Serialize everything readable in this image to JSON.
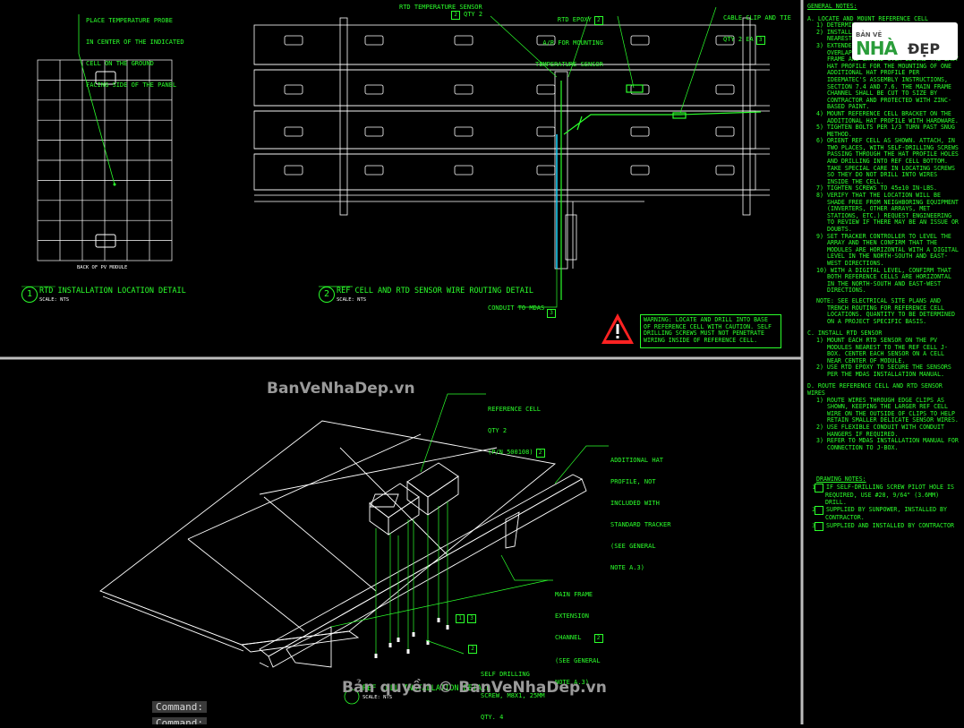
{
  "detail1": {
    "probe_note": [
      "PLACE TEMPERATURE PROBE",
      "IN CENTER OF THE INDICATED",
      "CELL ON THE GROUND",
      "FACING SIDE OF THE PANEL"
    ],
    "module_label": "BACK OF PV MODULE",
    "number": "1",
    "title": "RTD INSTALLATION LOCATION DETAIL",
    "scale": "SCALE: NTS"
  },
  "detail2": {
    "rtd_sensor": "RTD TEMPERATURE SENSOR",
    "rtd_sensor_qty": "QTY 2",
    "rtd_sensor_ref": "2",
    "epoxy": [
      "RTD EPOXY",
      "A/R FOR MOUNTING",
      "TEMPERATURE SENSOR"
    ],
    "epoxy_ref": "2",
    "cable_clip": [
      "CABLE CLIP AND TIE",
      "QTY 2 EA"
    ],
    "cable_clip_ref": "3",
    "conduit": "CONDUIT TO MDAS",
    "conduit_ref": "3",
    "number": "2",
    "title": "REF CELL AND RTD SENSOR WIRE ROUTING DETAIL",
    "scale": "SCALE: NTS"
  },
  "warning": "WARNING: LOCATE AND DRILL INTO BASE OF REFERENCE CELL WITH CAUTION. SELF DRILLING SCREWS MUST NOT PENETRATE WIRING INSIDE OF REFERENCE CELL.",
  "detail3": {
    "ref_cell": [
      "REFERENCE CELL",
      "QTY 2",
      "(P/N 500108)"
    ],
    "ref_cell_ref": "2",
    "hat_profile": [
      "ADDITIONAL HAT",
      "PROFILE, NOT",
      "INCLUDED WITH",
      "STANDARD TRACKER",
      "(SEE GENERAL",
      "NOTE A.3)"
    ],
    "main_frame": [
      "MAIN FRAME",
      "EXTENSION",
      "CHANNEL",
      "(SEE GENERAL",
      "NOTE A.3)"
    ],
    "main_frame_ref": "2",
    "refs_13": [
      "1",
      "3"
    ],
    "screw": [
      "SELF DRILLING",
      "SCREW, M8x1, 25mm",
      "QTY. 4"
    ],
    "screw_ref": "2",
    "title_hidden": "REF CELL INSTALLATION DETAIL",
    "scale": "SCALE: NTS"
  },
  "general_notes": {
    "heading": "GENERAL NOTES:",
    "sectionA": "A. LOCATE AND MOUNT REFERENCE CELL",
    "itemsA": [
      "1) DETERMINE... STATION.",
      "2) INSTALL ... BLOCK ... OF THE ... NEAREST THE MET STATION.",
      "3) EXTENDED THE MAIN FRAME BY USING AN OVERLAPPING 1M-LONG PIECE OF MAIN FRAME AND EXTEND 0.3M BEYOND THE LAST HAT PROFILE FOR THE MOUNTING OF ONE ADDITIONAL HAT PROFILE PER IDEEMATEC'S ASSEMBLY INSTRUCTIONS, SECTION 7.4 AND 7.6. THE MAIN FRAME CHANNEL SHALL BE CUT TO SIZE BY CONTRACTOR AND PROTECTED WITH ZINC-BASED PAINT.",
      "4) MOUNT REFERENCE CELL BRACKET ON THE ADDITIONAL HAT PROFILE WITH HARDWARE.",
      "5) TIGHTEN BOLTS PER 1/3 TURN PAST SNUG METHOD.",
      "6) ORIENT REF CELL AS SHOWN. ATTACH, IN TWO PLACES, WITH SELF-DRILLING SCREWS PASSING THROUGH THE HAT PROFILE HOLES AND DRILLING INTO REF CELL BOTTOM. TAKE SPECIAL CARE IN LOCATING SCREWS SO THEY DO NOT DRILL INTO WIRES INSIDE THE CELL.",
      "7) TIGHTEN SCREWS TO 45±10 IN-LBS.",
      "8) VERIFY THAT THE LOCATION WILL BE SHADE FREE FROM NEIGHBORING EQUIPMENT (INVERTERS, OTHER ARRAYS, MET STATIONS, ETC.) REQUEST ENGINEERING TO REVIEW IF THERE MAY BE AN ISSUE OR DOUBTS.",
      "9) SET TRACKER CONTROLLER TO LEVEL THE ARRAY AND THEN CONFIRM THAT THE MODULES ARE HORIZONTAL WITH A DIGITAL LEVEL IN THE NORTH-SOUTH AND EAST-WEST DIRECTIONS.",
      "10) WITH A DIGITAL LEVEL, CONFIRM THAT BOTH REFERENCE CELLS ARE HORIZONTAL IN THE NORTH-SOUTH AND EAST-WEST DIRECTIONS."
    ],
    "noteA": "NOTE: SEE ELECTRICAL SITE PLANS AND TRENCH ROUTING FOR REFERENCE CELL LOCATIONS. QUANTITY TO BE DETERMINED ON A PROJECT SPECIFIC BASIS.",
    "sectionC": "C. INSTALL RTD SENSOR",
    "itemsC": [
      "1) MOUNT EACH RTD SENSOR ON THE PV MODULES NEAREST TO THE REF CELL J-BOX. CENTER EACH SENSOR ON A CELL NEAR CENTER OF MODULE.",
      "2) USE RTD EPOXY TO SECURE THE SENSORS PER THE MDAS INSTALLATION MANUAL."
    ],
    "sectionD": "D. ROUTE REFERENCE CELL AND RTD SENSOR WIRES",
    "itemsD": [
      "1) ROUTE WIRES THROUGH EDGE CLIPS AS SHOWN, KEEPING THE LARGER REF CELL WIRE ON THE OUTSIDE OF CLIPS TO HELP RETAIN SMALLER DELICATE SENSOR WIRES.",
      "2) USE FLEXIBLE CONDUIT WITH CONDUIT HANGERS IF REQUIRED.",
      "3) REFER TO MDAS INSTALLATION MANUAL FOR CONNECTION TO J-BOX."
    ]
  },
  "drawing_notes": {
    "heading": "DRAWING NOTES:",
    "items": [
      {
        "n": "1",
        "t": "IF SELF-DRILLING SCREW PILOT HOLE IS REQUIRED, USE #28, 9/64\" (3.6MM) DRILL."
      },
      {
        "n": "2",
        "t": "SUPPLIED BY SUNPOWER, INSTALLED BY CONTRACTOR."
      },
      {
        "n": "3",
        "t": "SUPPLIED AND INSTALLED BY CONTRACTOR"
      }
    ]
  },
  "logo": {
    "top": "BẢN VẼ",
    "nha": "NHÀ",
    "dep": "ĐẸP"
  },
  "watermarks": {
    "main": "BanVeNhaDep.vn",
    "copyright": "Bản quyền © BanVeNhaDep.vn"
  },
  "command_line": [
    "Command:",
    "Command:"
  ]
}
